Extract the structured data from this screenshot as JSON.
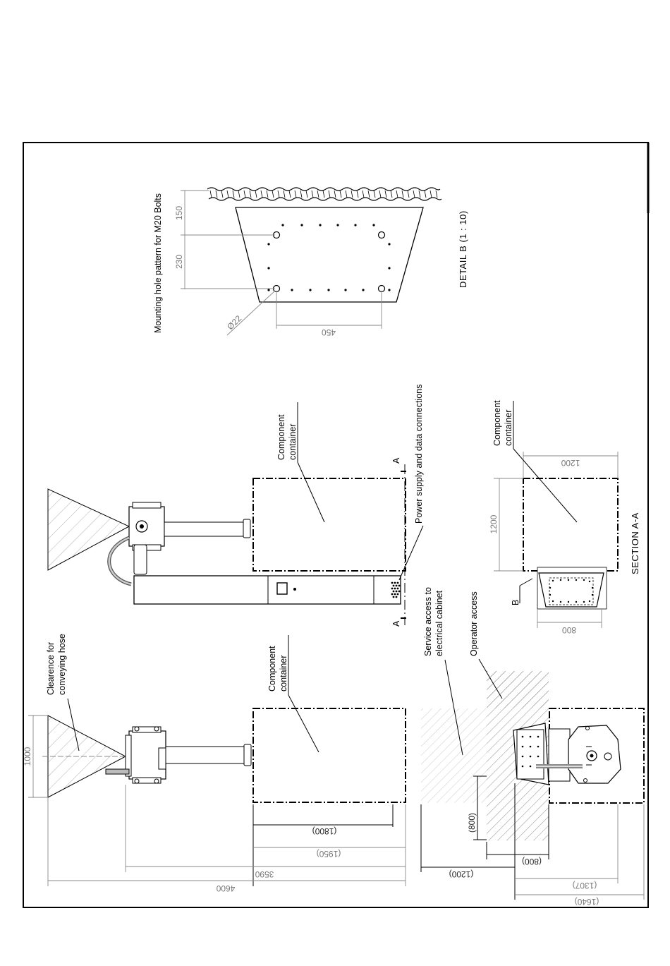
{
  "labels": {
    "clearance_hose": [
      "Clearence for",
      "conveying hose"
    ],
    "component_container": [
      "Component",
      "container"
    ],
    "power_supply": "Power supply and data connections",
    "service_access": [
      "Service access to",
      "electrical cabinet"
    ],
    "operator_access": "Operator access",
    "mounting_hole": "Mounting hole pattern for M20 Bolts",
    "detail_b": "DETAIL B (1 : 10)",
    "section_aa": "SECTION A-A",
    "marker_a": "A",
    "marker_b": "B"
  },
  "dimensions": {
    "d_1000": "1000",
    "d_1800": "(1800)",
    "d_1950": "(1950)",
    "d_3590": "3590",
    "d_4600": "4600",
    "d_800_left": "(800)",
    "d_800_bottom": "(800)",
    "d_1200_bottom": "(1200)",
    "d_1307": "(1307)",
    "d_1640": "(1640)",
    "d_1200_sec_v": "1200",
    "d_1200_sec_h": "1200",
    "d_800_sec": "800",
    "d_150": "150",
    "d_230": "230",
    "d_450": "450",
    "d_phi22": "Ø22"
  }
}
